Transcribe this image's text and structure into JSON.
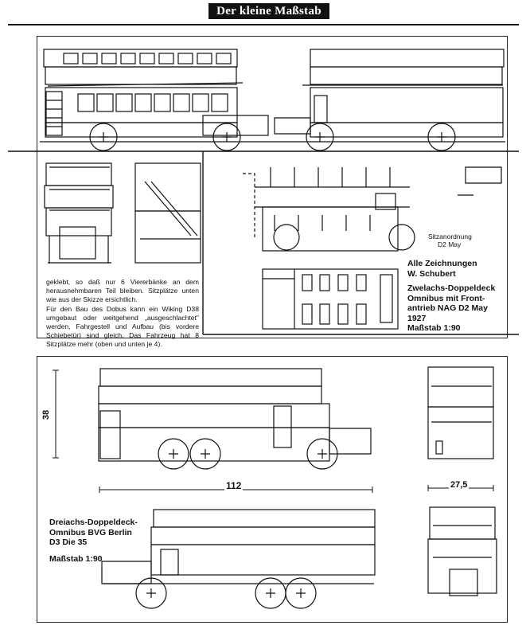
{
  "header": {
    "title": "Der kleine Maßstab"
  },
  "annotation": {
    "paragraph1": "geklebt, so daß nur 6 Viererbänke an dem herausnehmbaren Teil bleiben. Sitzplätze unten wie aus der Skizze ersichtlich.",
    "paragraph2": "Für den Bau des Dobus kann ein Wiking D38 umgebaut oder weitgehend „ausgeschlachtet\" werden, Fahrgestell und Aufbau (bis vordere Schiebetür) sind gleich. Das Fahrzeug hat 8 Sitzplätze mehr (oben und unten je 4)."
  },
  "seat_note": {
    "line1": "Sitzanordnung",
    "line2": "D2 May"
  },
  "caption_top": {
    "credit1": "Alle Zeichnungen",
    "credit2": "W. Schubert",
    "title1": "Zwelachs-Doppeldeck",
    "title2": "Omnibus mit Front-",
    "title3": "antrieb NAG D2 May",
    "year": "1927",
    "scale": "Maßstab 1:90"
  },
  "caption_bottom": {
    "title1": "Dreiachs-Doppeldeck-",
    "title2": "Omnibus BVG Berlin",
    "title3": "D3 Die 35",
    "scale": "Maßstab 1:90"
  },
  "dimensions": {
    "height": "38",
    "length": "112",
    "width": "27,5"
  }
}
